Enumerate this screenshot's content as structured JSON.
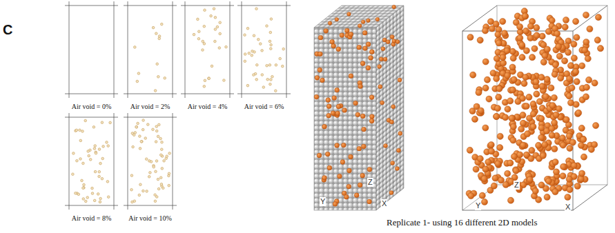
{
  "diagram": {
    "labels": [
      "C",
      "Air void = 0%",
      "Air void = 2%",
      "Air void = 4%",
      "Air void = 6%",
      "Air void = 8%",
      "Air void = 10%",
      "Z",
      "Y",
      "X",
      "Z",
      "Y",
      "X",
      "Replicate 1- using 16 different 2D models"
    ]
  }
}
